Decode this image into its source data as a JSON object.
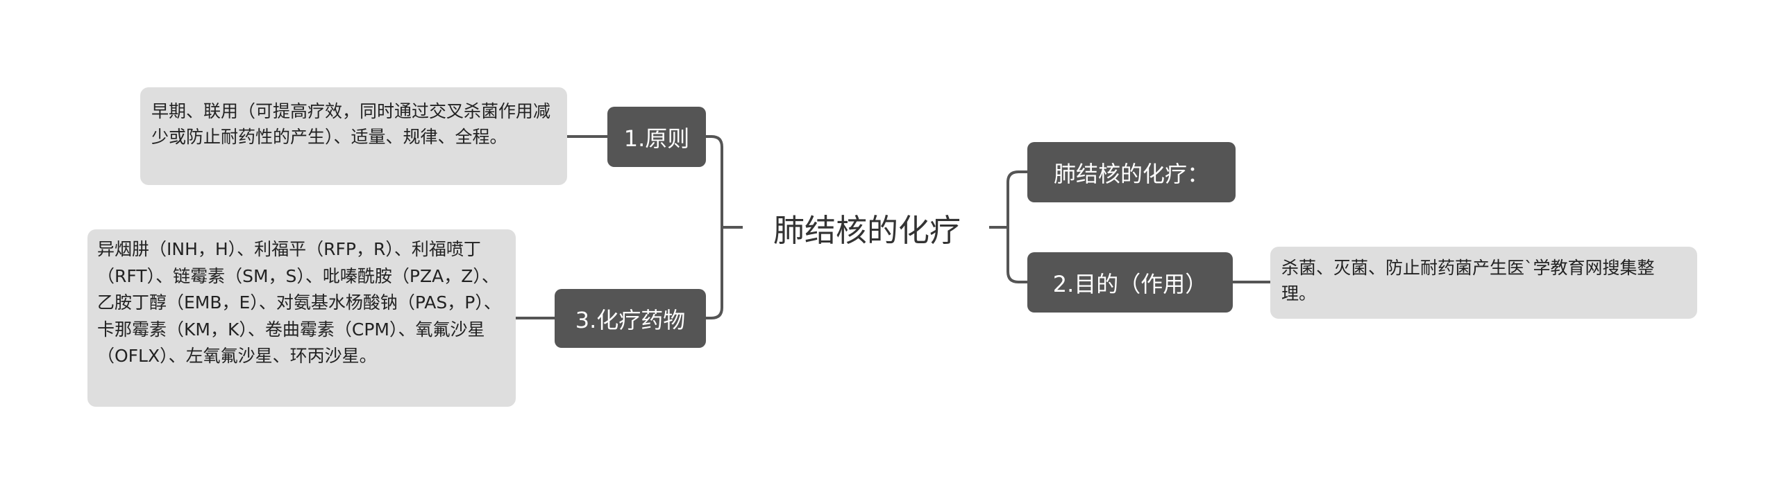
{
  "root": {
    "title": "肺结核的化疗"
  },
  "left_branches": [
    {
      "label": "1.原则",
      "detail": "早期、联用（可提高疗效，同时通过交叉杀菌作用减少或防止耐药性的产生）、适量、规律、全程。"
    },
    {
      "label": "3.化疗药物",
      "detail": "异烟肼（INH，H）、利福平（RFP，R）、利福喷丁（RFT）、链霉素（SM，S）、吡嗪酰胺（PZA，Z）、乙胺丁醇（EMB，E）、对氨基水杨酸钠（PAS，P）、卡那霉素（KM，K）、卷曲霉素（CPM）、氧氟沙星（OFLX）、左氧氟沙星、环丙沙星。"
    }
  ],
  "right_branches": [
    {
      "label": "肺结核的化疗："
    },
    {
      "label": "2.目的（作用）",
      "detail": "杀菌、灭菌、防止耐药菌产生医`学教育网搜集整理。"
    }
  ],
  "colors": {
    "node": "#555555",
    "leaf": "#dedede",
    "line": "#555555"
  }
}
